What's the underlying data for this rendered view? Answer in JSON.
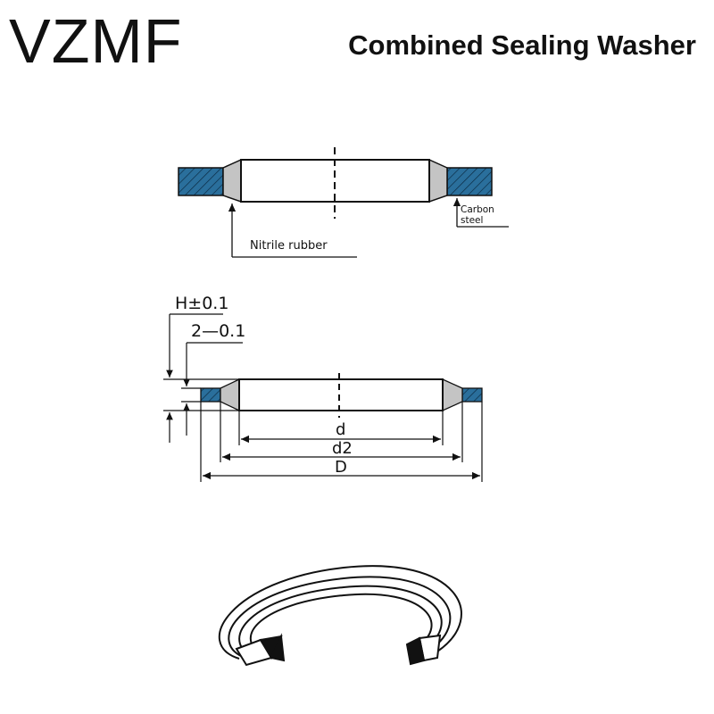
{
  "header": {
    "brand": "VZMF",
    "title": "Combined Sealing Washer"
  },
  "section_view": {
    "label_rubber": "Nitrile rubber",
    "label_steel_line1": "Carbon",
    "label_steel_line2": "steel"
  },
  "dimension_view": {
    "label_H": "H±0.1",
    "label_thickness": "2—0.1",
    "label_d": "d",
    "label_d2": "d2",
    "label_D": "D"
  },
  "colors": {
    "steel_fill": "#2a6f9c",
    "rubber_fill": "#c4c4c4",
    "line": "#111111"
  }
}
